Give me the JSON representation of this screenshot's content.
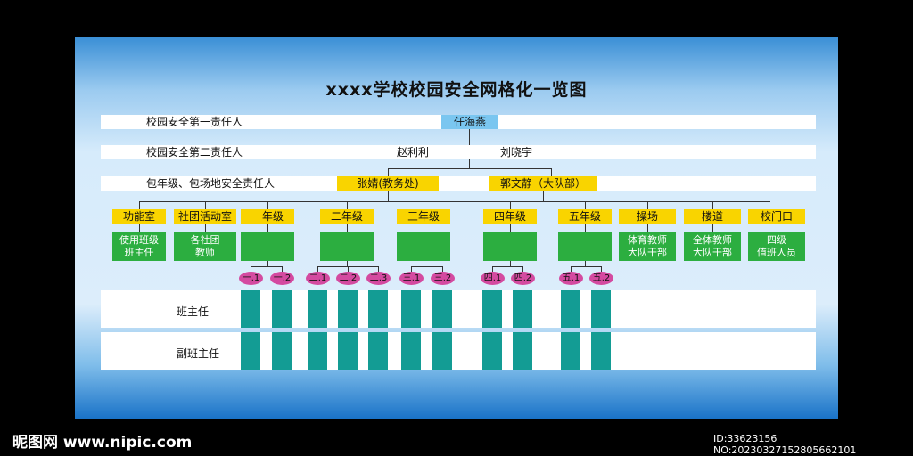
{
  "title": "xxxx学校校园安全网格化一览图",
  "rows": {
    "first": {
      "label": "校园安全第一责任人",
      "person": "任海燕"
    },
    "second": {
      "label": "校园安全第二责任人",
      "persons": [
        "赵利利",
        "刘晓宇"
      ]
    },
    "third": {
      "label": "包年级、包场地安全责任人",
      "persons": [
        "张婧(教务处)",
        "郭文静（大队部）"
      ]
    }
  },
  "categories": [
    {
      "name": "功能室",
      "desc": [
        "使用班级",
        "班主任"
      ]
    },
    {
      "name": "社团活动室",
      "desc": [
        "各社团",
        "教师"
      ]
    },
    {
      "name": "一年级",
      "desc": [],
      "classes": [
        "一.1",
        "一.2"
      ]
    },
    {
      "name": "二年级",
      "desc": [],
      "classes": [
        "二.1",
        "二.2",
        "二.3"
      ]
    },
    {
      "name": "三年级",
      "desc": [],
      "classes": [
        "三.1",
        "三.2"
      ]
    },
    {
      "name": "四年级",
      "desc": [],
      "classes": [
        "四.1",
        "四.2"
      ]
    },
    {
      "name": "五年级",
      "desc": [],
      "classes": [
        "五.1",
        "五.2"
      ]
    },
    {
      "name": "操场",
      "desc": [
        "体育教师",
        "大队干部"
      ]
    },
    {
      "name": "楼道",
      "desc": [
        "全体教师",
        "大队干部"
      ]
    },
    {
      "name": "校门口",
      "desc": [
        "四级",
        "值班人员"
      ]
    }
  ],
  "bands": {
    "headteacher": "班主任",
    "deputy": "副班主任"
  },
  "footer": {
    "watermark": "昵图网 www.nipic.com",
    "id_text": "ID:33623156 NO:20230327152805662101"
  },
  "colors": {
    "green": "#2cae40",
    "yellow": "#f9d400",
    "orange": "#f3a63a",
    "teal": "#139c94",
    "magenta": "#d44aa0",
    "light_blue": "#7ac6f0"
  }
}
